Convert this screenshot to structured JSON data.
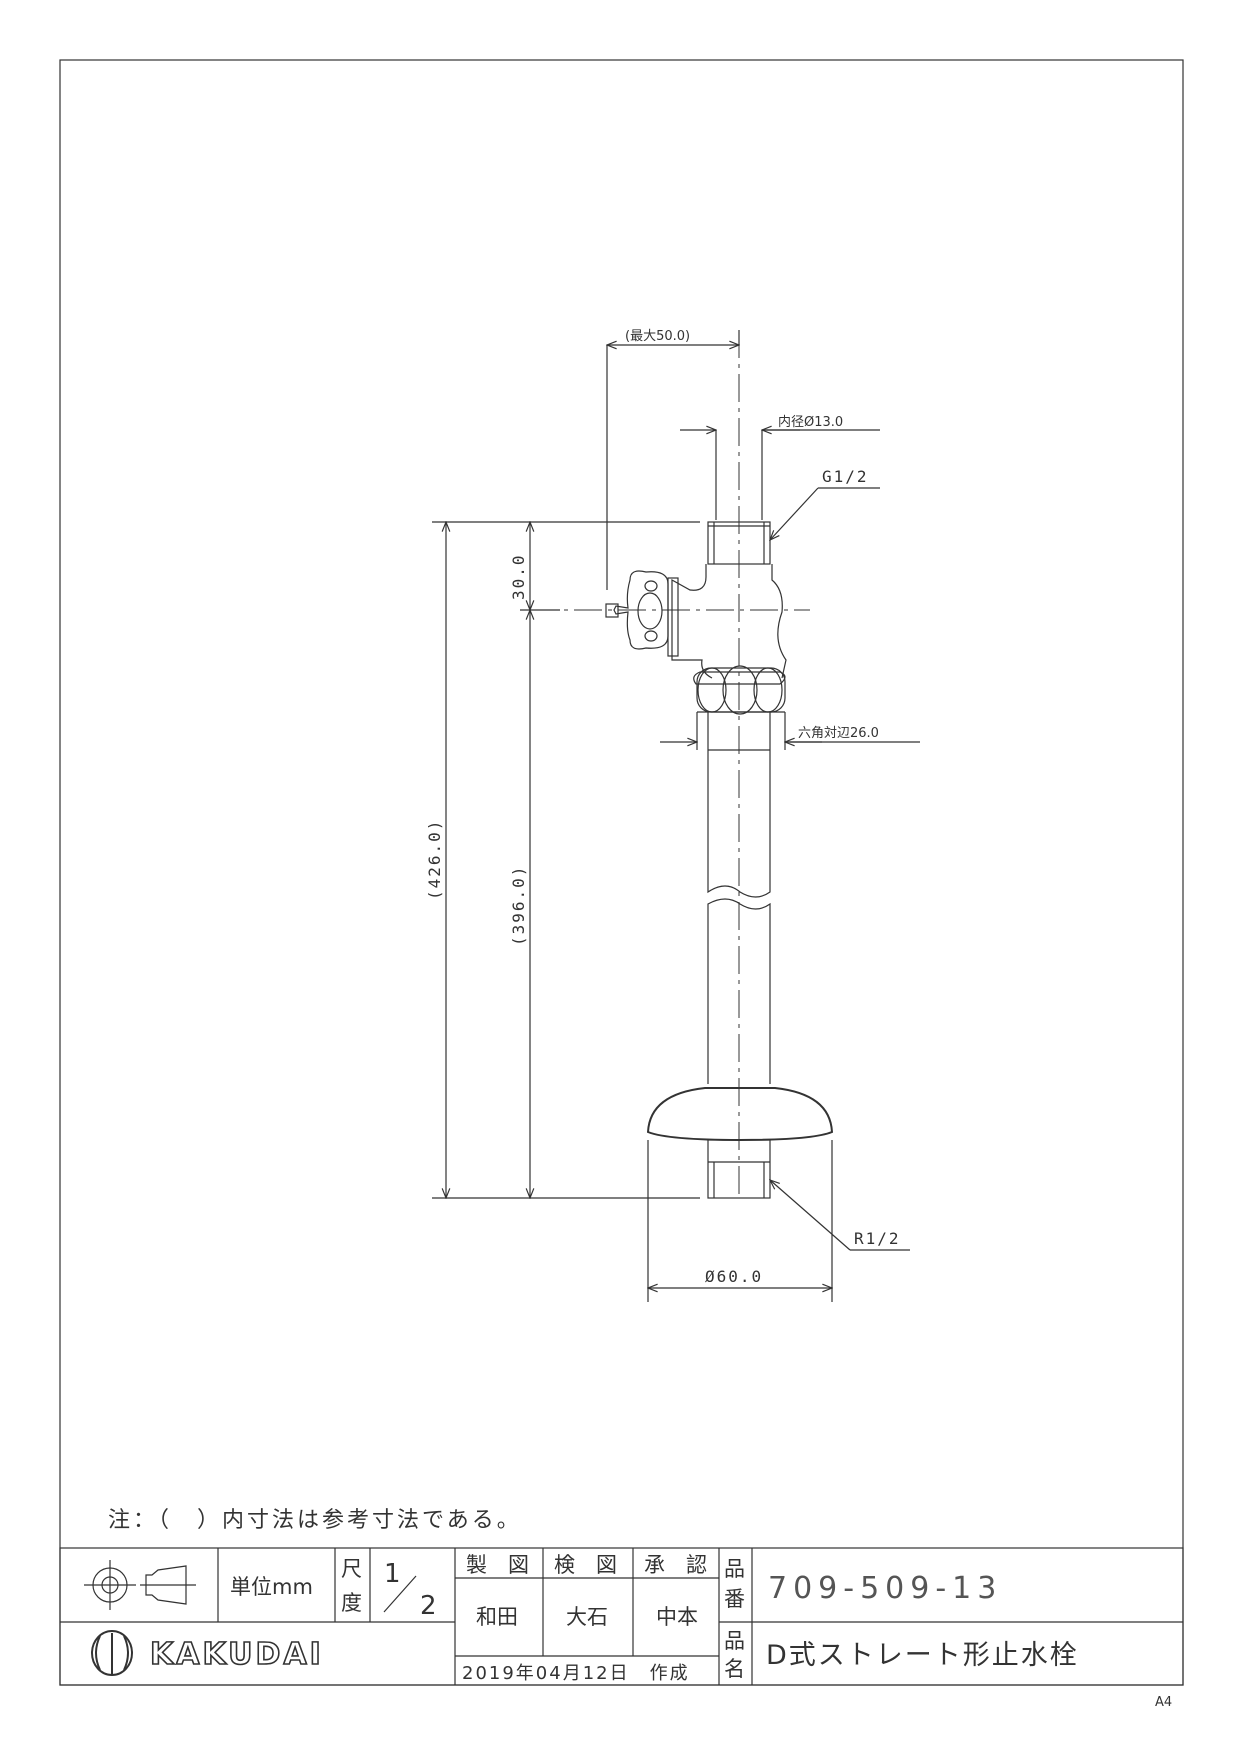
{
  "drawing": {
    "dimensions": {
      "max_width": "(最大50.0)",
      "inner_diameter": "内径Ø13.0",
      "top_thread": "G1/2",
      "handle_offset": "30.0",
      "hex_across_flats": "六角対辺26.0",
      "total_height": "(426.0)",
      "body_height": "(396.0)",
      "bottom_thread": "R1/2",
      "flange_diameter": "Ø60.0"
    }
  },
  "note": "注：（　）内寸法は参考寸法である。",
  "title_block": {
    "unit_label": "単位mm",
    "scale_label_1": "尺",
    "scale_label_2": "度",
    "scale_num": "1",
    "scale_den": "2",
    "drawn_label": "製　図",
    "checked_label": "検　図",
    "approved_label": "承　認",
    "drawn_by": "和田",
    "checked_by": "大石",
    "approved_by": "中本",
    "part_no_label_1": "品",
    "part_no_label_2": "番",
    "part_no": "709-509-13",
    "part_name_label_1": "品",
    "part_name_label_2": "名",
    "part_name": "D式ストレート形止水栓",
    "brand": "KAKUDAI",
    "date": "2019年04月12日　作成"
  },
  "paper_size": "A4"
}
